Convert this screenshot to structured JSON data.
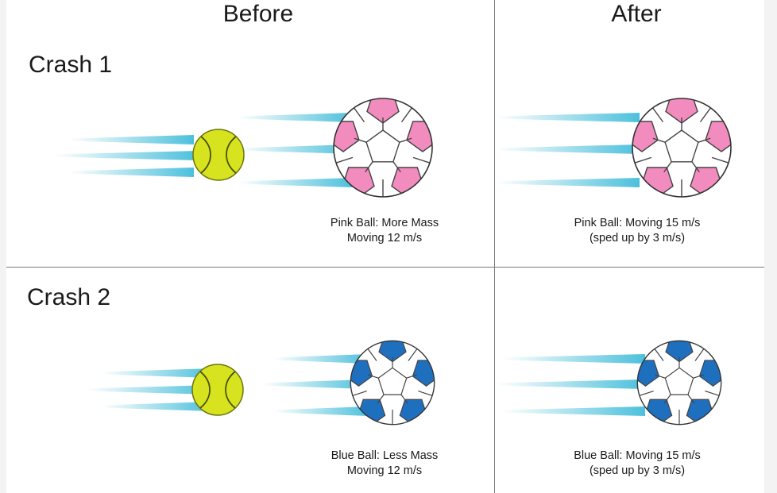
{
  "headers": {
    "before": "Before",
    "after": "After"
  },
  "crashes": [
    {
      "label": "Crash 1",
      "ball_color": "#f28cbf",
      "ball_color_name": "pink",
      "before_caption": [
        "Pink Ball: More Mass",
        "Moving 12 m/s"
      ],
      "after_caption": [
        "Pink Ball: Moving 15 m/s",
        "(sped up by 3 m/s)"
      ]
    },
    {
      "label": "Crash 2",
      "ball_color": "#1f6fbf",
      "ball_color_name": "blue",
      "before_caption": [
        "Blue Ball: Less Mass",
        "Moving 12 m/s"
      ],
      "after_caption": [
        "Blue Ball: Moving 15 m/s",
        "(sped up by 3 m/s)"
      ]
    }
  ],
  "colors": {
    "tennis_ball": "#d6e31e",
    "tennis_seam": "#4a5206",
    "motion_streak": "#4cc0dc",
    "divider": "#7a7a7a"
  },
  "icons": [
    "tennis-ball-icon",
    "soccer-ball-icon",
    "motion-streak-icon"
  ]
}
